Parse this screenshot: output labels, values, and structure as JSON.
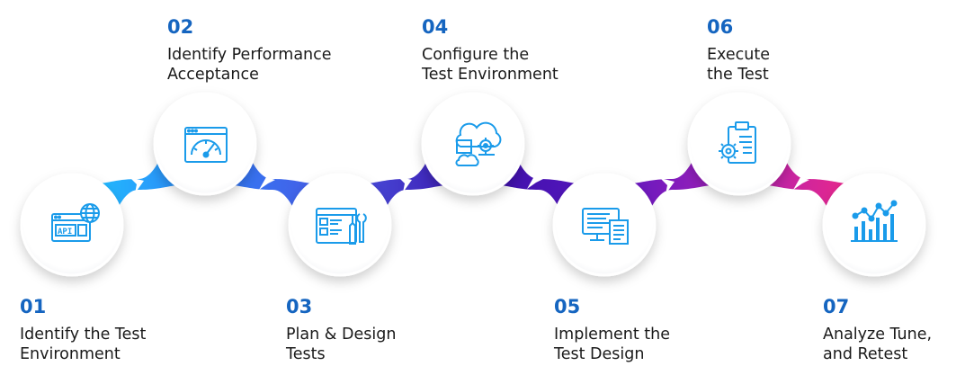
{
  "colors": {
    "gradient": [
      "#1ec6ff",
      "#2f7ff7",
      "#4a56e2",
      "#3a10a8",
      "#5a16c0",
      "#a020b8",
      "#ff2a7f"
    ],
    "number": "#1565c0",
    "icon": "#1a9bea"
  },
  "steps": [
    {
      "number": "01",
      "title_lines": [
        "Identify the Test",
        "Environment"
      ],
      "icon": "api-browser-icon"
    },
    {
      "number": "02",
      "title_lines": [
        "Identify Performance",
        "Acceptance"
      ],
      "icon": "speedometer-browser-icon"
    },
    {
      "number": "03",
      "title_lines": [
        "Plan & Design",
        "Tests"
      ],
      "icon": "design-tools-icon"
    },
    {
      "number": "04",
      "title_lines": [
        "Configure the",
        "Test Environment"
      ],
      "icon": "cloud-config-icon"
    },
    {
      "number": "05",
      "title_lines": [
        "Implement the",
        "Test Design"
      ],
      "icon": "monitor-document-icon"
    },
    {
      "number": "06",
      "title_lines": [
        "Execute",
        "the Test"
      ],
      "icon": "clipboard-gear-icon"
    },
    {
      "number": "07",
      "title_lines": [
        "Analyze Tune,",
        "and Retest"
      ],
      "icon": "bar-chart-icon"
    }
  ]
}
